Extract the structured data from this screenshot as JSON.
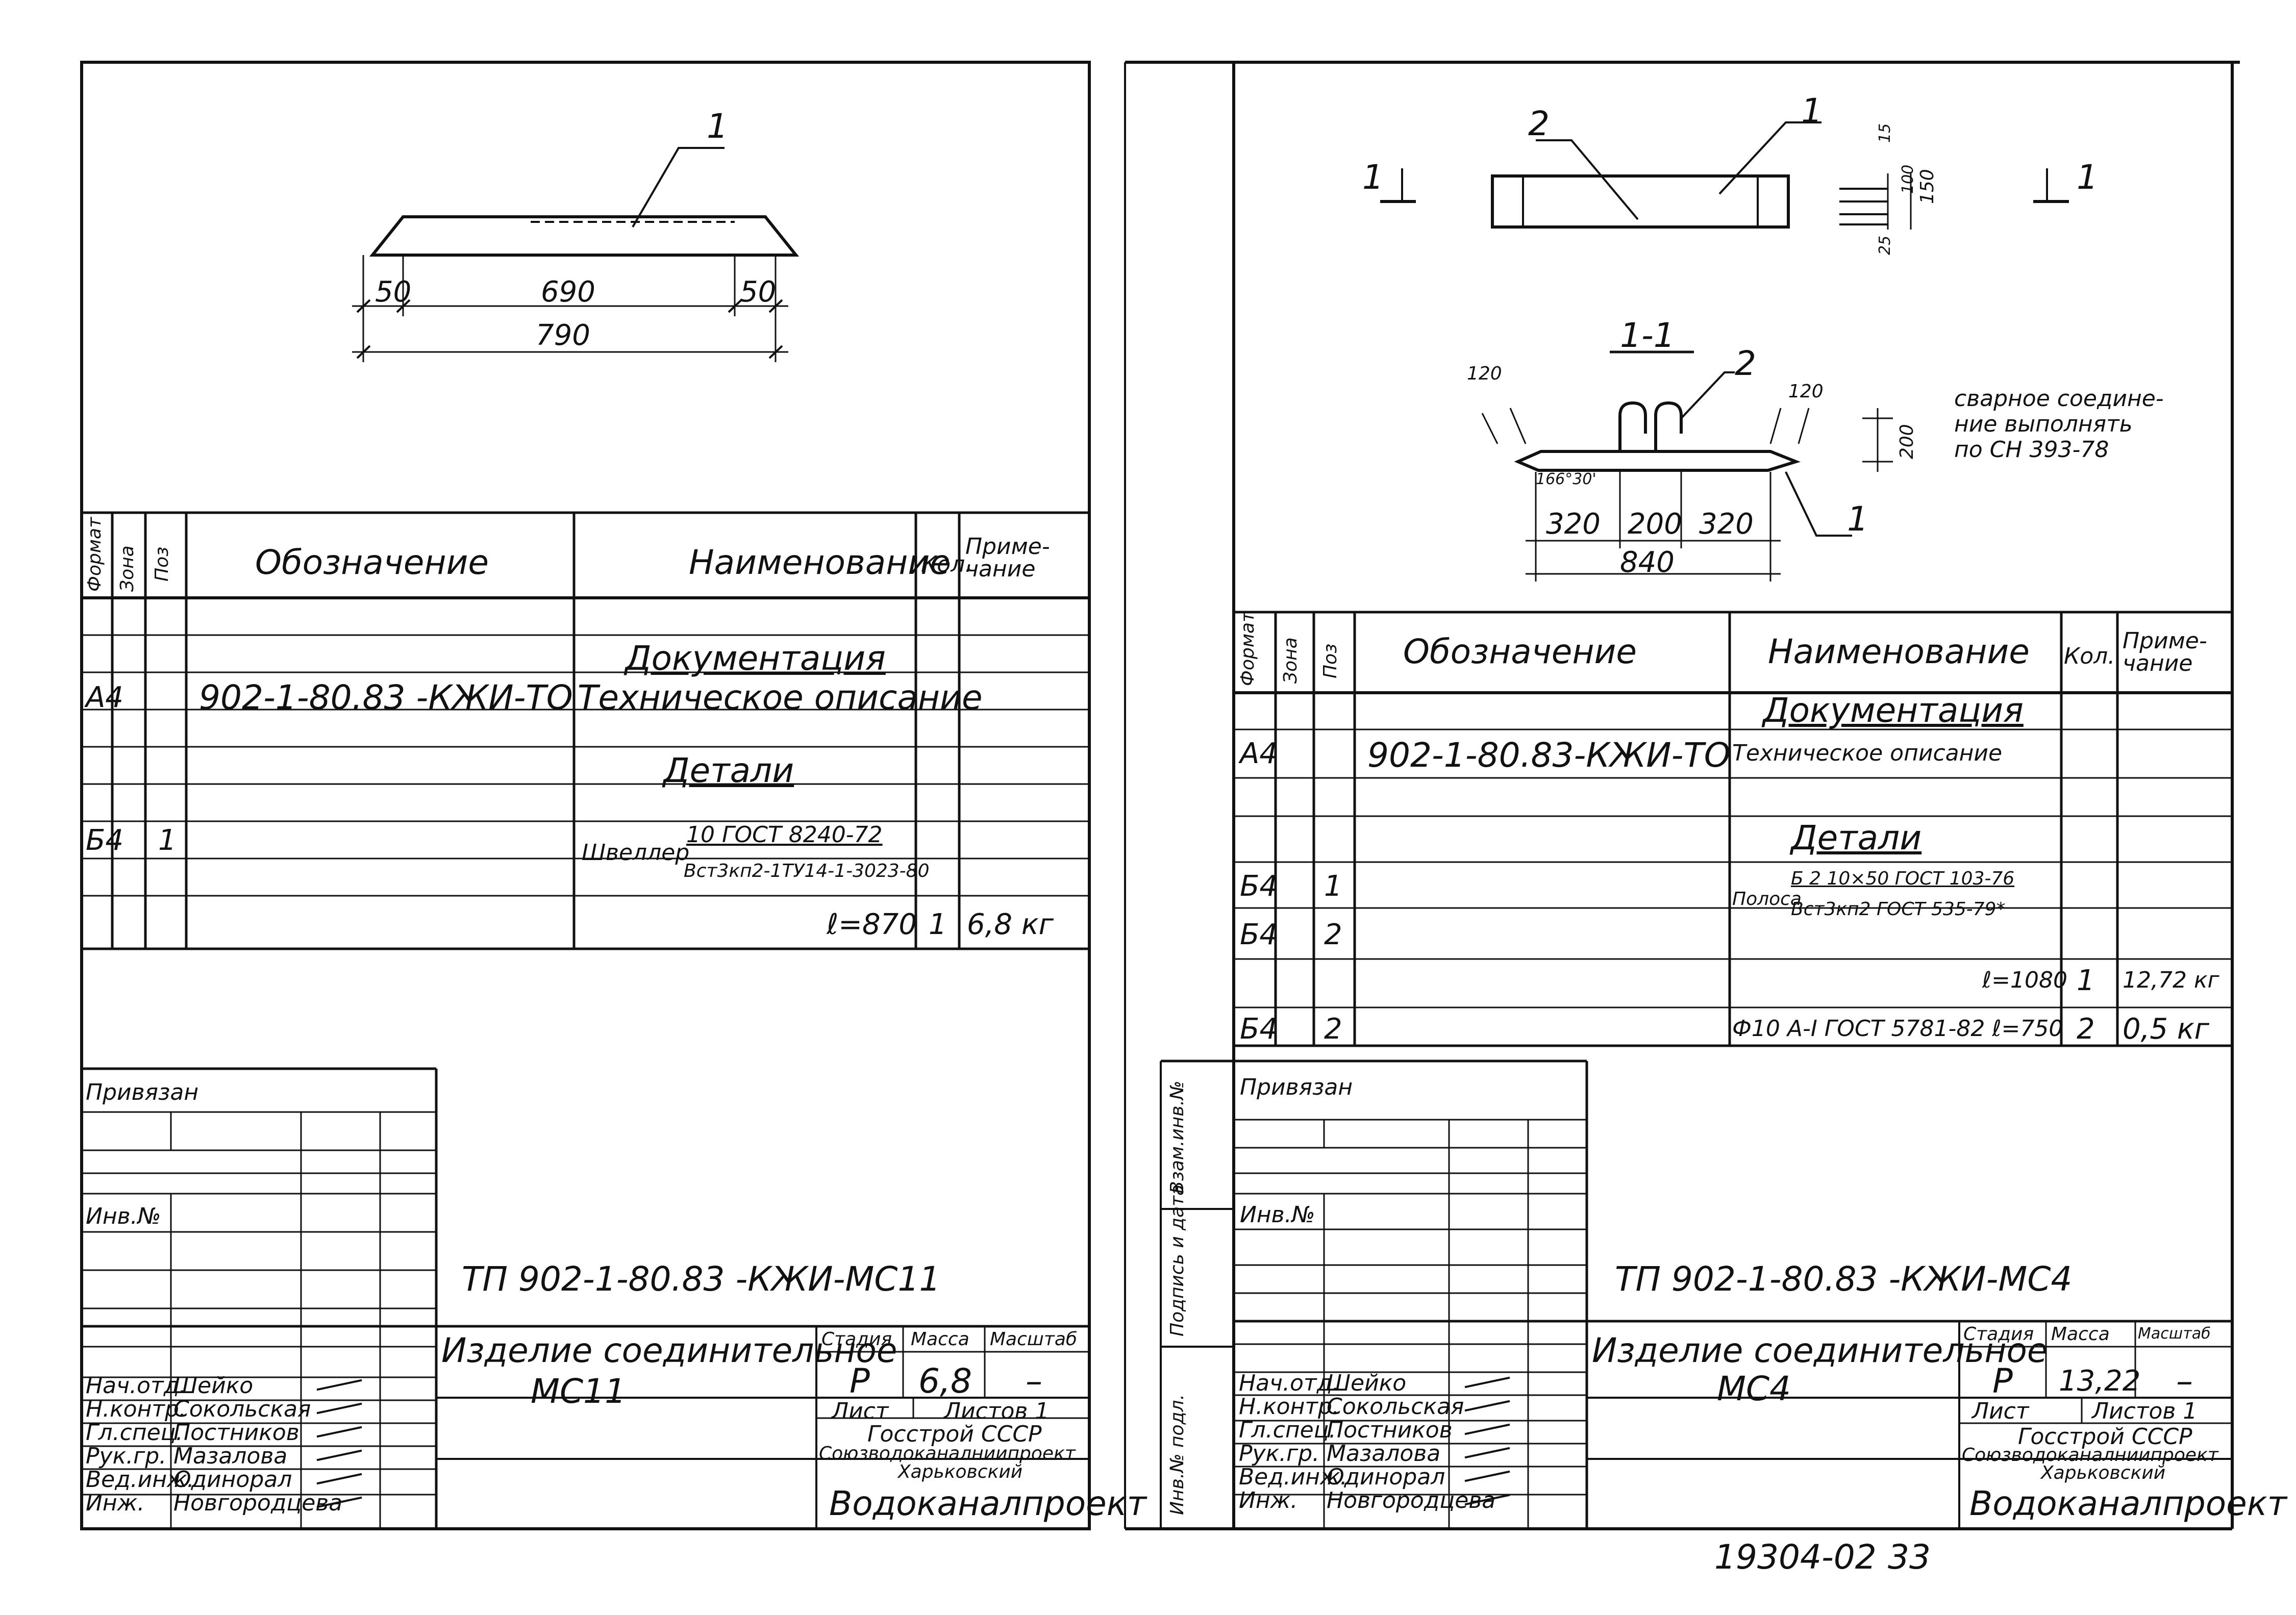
{
  "left": {
    "drawing": {
      "pos_label": "1",
      "dim_left": "50",
      "dim_mid": "690",
      "dim_right": "50",
      "dim_total": "790"
    },
    "spec": {
      "headers": {
        "format": "Формат",
        "zone": "Зона",
        "pos": "Поз",
        "designation": "Обозначение",
        "name": "Наименование",
        "qty": "Кол.",
        "note": "Приме-чание"
      },
      "section_docs": "Документация",
      "doc_format": "А4",
      "doc_designation": "902-1-80.83 -КЖИ-ТО",
      "doc_name": "Техническое описание",
      "section_parts": "Детали",
      "part_format": "Б4",
      "part_pos": "1",
      "part_name_prefix": "Швеллер",
      "part_name_line1": "10 ГОСТ 8240-72",
      "part_name_line2": "Вст3кп2-1ТУ14-1-3023-80",
      "length": "ℓ=870",
      "part_qty": "1",
      "part_note": "6,8 кг"
    },
    "stamp": {
      "privyazan": "Привязан",
      "inv": "Инв.№",
      "code": "ТП 902-1-80.83  -КЖИ-МС11",
      "title_line1": "Изделие соединительное",
      "title_line2": "МС11",
      "stadiya": "Стадия",
      "massa": "Масса",
      "masshtab": "Масштаб",
      "stadiya_val": "Р",
      "massa_val": "6,8",
      "masshtab_val": "–",
      "list": "Лист",
      "listov": "Листов 1",
      "org1": "Госстрой СССР",
      "org2": "Союзводоканалниипроект",
      "org3": "Харьковский",
      "org4": "Водоканалпроект",
      "people": [
        {
          "role": "Нач.отд.",
          "name": "Шейко"
        },
        {
          "role": "Н.контр.",
          "name": "Сокольская"
        },
        {
          "role": "Гл.спец.",
          "name": "Постников"
        },
        {
          "role": "Рук.гр.",
          "name": "Мазалова"
        },
        {
          "role": "Вед.инж.",
          "name": "Одинорал"
        },
        {
          "role": "Инж.",
          "name": "Новгородцева"
        }
      ]
    }
  },
  "right": {
    "drawing": {
      "pos1": "1",
      "pos2": "2",
      "section_mark": "1",
      "section_title": "1-1",
      "dim_15": "15",
      "dim_150": "150",
      "dim_100": "100",
      "dim_25": "25",
      "dim_120a": "120",
      "dim_120b": "120",
      "dim_200v": "200",
      "angle": "166°30'",
      "dim_320a": "320",
      "dim_200": "200",
      "dim_320b": "320",
      "dim_840": "840",
      "weld_note_1": "сварное соедине-",
      "weld_note_2": "ние выполнять",
      "weld_note_3": "по СН 393-78"
    },
    "spec": {
      "headers": {
        "format": "Формат",
        "zone": "Зона",
        "pos": "Поз",
        "designation": "Обозначение",
        "name": "Наименование",
        "qty": "Кол.",
        "note": "Приме-чание"
      },
      "section_docs": "Документация",
      "doc_format": "А4",
      "doc_designation": "902-1-80.83-КЖИ-ТО",
      "doc_name": "Техническое описание",
      "section_parts": "Детали",
      "r1_format": "Б4",
      "r1_pos": "1",
      "r2_format": "Б4",
      "r2_pos": "2",
      "strip_prefix": "Полоса",
      "strip_line1": "Б 2 10×50 ГОСТ 103-76",
      "strip_line2": "Вст3кп2 ГОСТ 535-79*",
      "length": "ℓ=1080",
      "r_len_qty": "1",
      "r_len_note": "12,72 кг",
      "r3_format": "Б4",
      "r3_pos": "2",
      "r3_name": "Ф10 А-I ГОСТ 5781-82 ℓ=750",
      "r3_qty": "2",
      "r3_note": "0,5 кг"
    },
    "side_labels": {
      "vzam": "Взам.инв.№",
      "podp": "Подпись и дата",
      "inv_podl": "Инв.№ подл."
    },
    "stamp": {
      "privyazan": "Привязан",
      "inv": "Инв.№",
      "code": "ТП 902-1-80.83 -КЖИ-МС4",
      "title_line1": "Изделие соединительное",
      "title_line2": "МС4",
      "stadiya": "Стадия",
      "massa": "Масса",
      "masshtab": "Масштаб",
      "stadiya_val": "Р",
      "massa_val": "13,22",
      "masshtab_val": "–",
      "list": "Лист",
      "listov": "Листов 1",
      "org1": "Госстрой СССР",
      "org2": "Союзводоканалниипроект",
      "org3": "Харьковский",
      "org4": "Водоканалпроект",
      "people": [
        {
          "role": "Нач.отд.",
          "name": "Шейко"
        },
        {
          "role": "Н.контр.",
          "name": "Сокольская"
        },
        {
          "role": "Гл.спец.",
          "name": "Постников"
        },
        {
          "role": "Рук.гр.",
          "name": "Мазалова"
        },
        {
          "role": "Вед.инж.",
          "name": "Одинорал"
        },
        {
          "role": "Инж.",
          "name": "Новгородцева"
        }
      ]
    }
  },
  "footer": {
    "archive": "19304-02",
    "sheet": "33"
  }
}
